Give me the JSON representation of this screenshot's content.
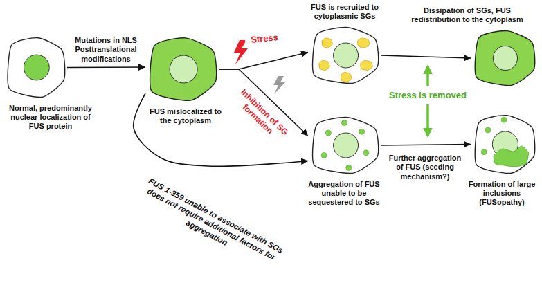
{
  "diagram": {
    "nodes": [
      {
        "text": [
          "Normal, predominantly nuclear localization of FUS protein"
        ]
      },
      {
        "text": [
          "FUS mislocalized to the cytoplasm"
        ]
      },
      {
        "text": [
          "FUS is recruited to cytoplasmic SGs"
        ]
      },
      {
        "text": [
          "Aggregation of FUS unable to be sequestered to SGs"
        ]
      },
      {
        "text": [
          "Dissipation of SGs, FUS redistribution to the cytoplasm"
        ]
      },
      {
        "text": [
          "Formation of large inclusions (FUSopathy)"
        ]
      }
    ],
    "edges": [
      {
        "from": 0,
        "to": 1,
        "arrow": "to",
        "label": "Mutations in NLS Posttranslational modifications"
      },
      {
        "from": 1,
        "to": 2,
        "arrow": "to",
        "label": "Stress"
      },
      {
        "from": 1,
        "to": 3,
        "arrow": "to",
        "label": "Inhibition of SG formation"
      },
      {
        "from": 1,
        "to": 3,
        "arrow": "to",
        "label": "FUS 1-359 unable to associate with SGs does not require additional factors for aggregation"
      },
      {
        "from": 2,
        "to": 4,
        "arrow": "to"
      },
      {
        "from": 3,
        "to": 5,
        "arrow": "to",
        "label": "Further aggregation of FUS (seeding mechanism?)"
      }
    ],
    "labels": [
      "Stress is removed"
    ]
  }
}
